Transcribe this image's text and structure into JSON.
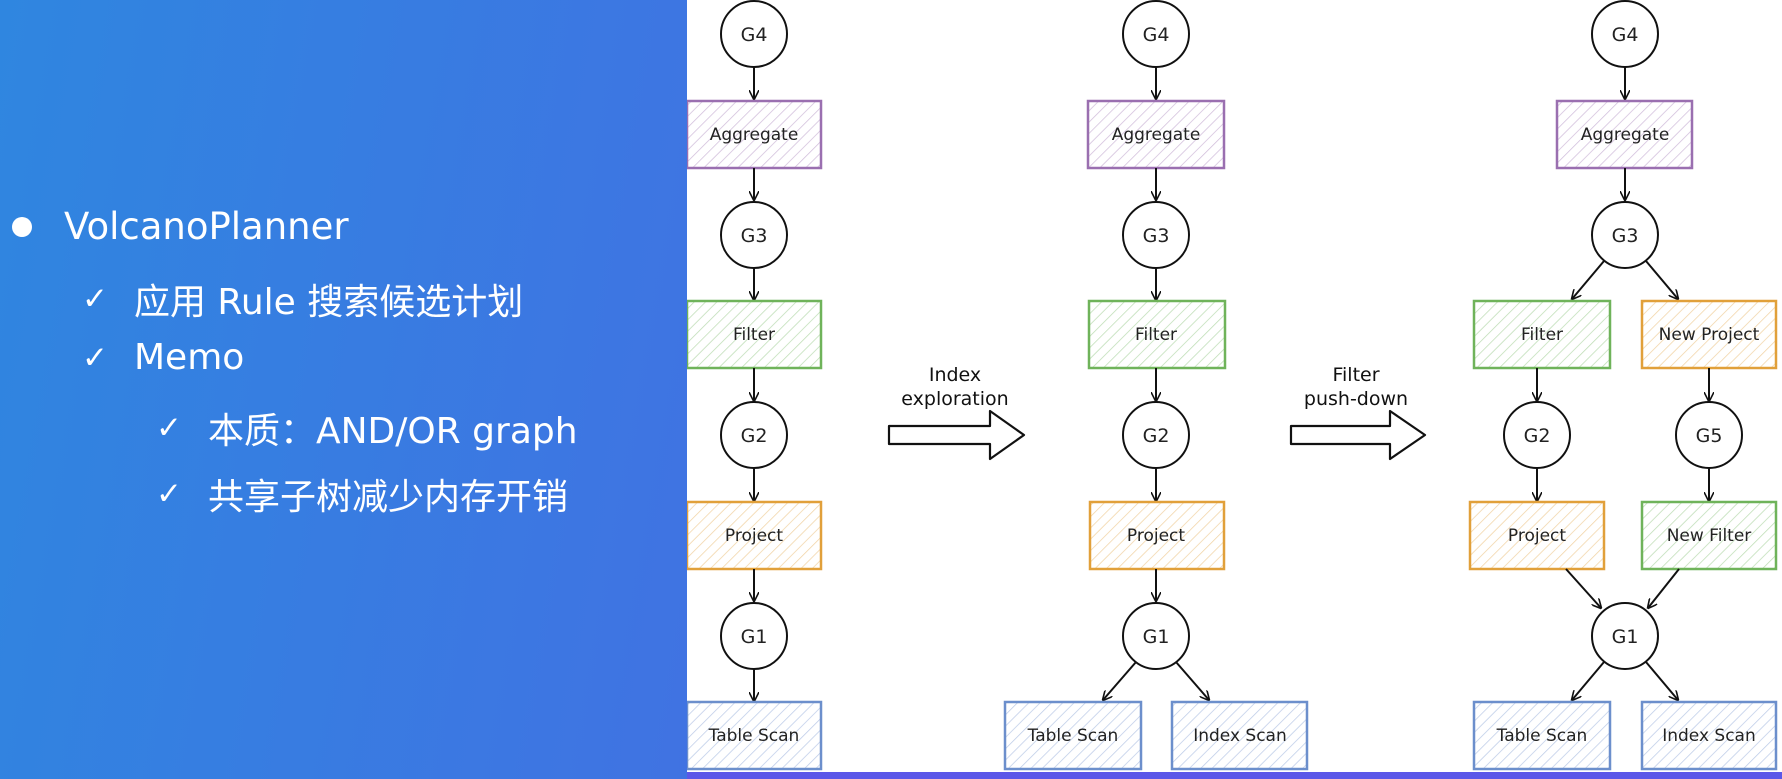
{
  "slide": {
    "bullets": {
      "main": "VolcanoPlanner",
      "sub1": "应用 Rule 搜索候选计划",
      "sub2": "Memo",
      "sub2_1": "本质：AND/OR graph",
      "sub2_2": "共享子树减少内存开销",
      "check_glyph": "✓"
    }
  },
  "diagram": {
    "colors": {
      "aggregate": "#9a6fb0",
      "filter": "#6fb35a",
      "project": "#e1a03a",
      "scan": "#6c8fcc",
      "edge": "#111111"
    },
    "groups": {
      "g1": "G1",
      "g2": "G2",
      "g3": "G3",
      "g4": "G4",
      "g5": "G5"
    },
    "operators": {
      "aggregate": "Aggregate",
      "filter": "Filter",
      "project": "Project",
      "table_scan": "Table Scan",
      "index_scan": "Index Scan",
      "new_project": "New Project",
      "new_filter": "New Filter"
    },
    "transitions": {
      "t1": {
        "line1": "Index",
        "line2": "exploration"
      },
      "t2": {
        "line1": "Filter",
        "line2": "push-down"
      }
    }
  }
}
